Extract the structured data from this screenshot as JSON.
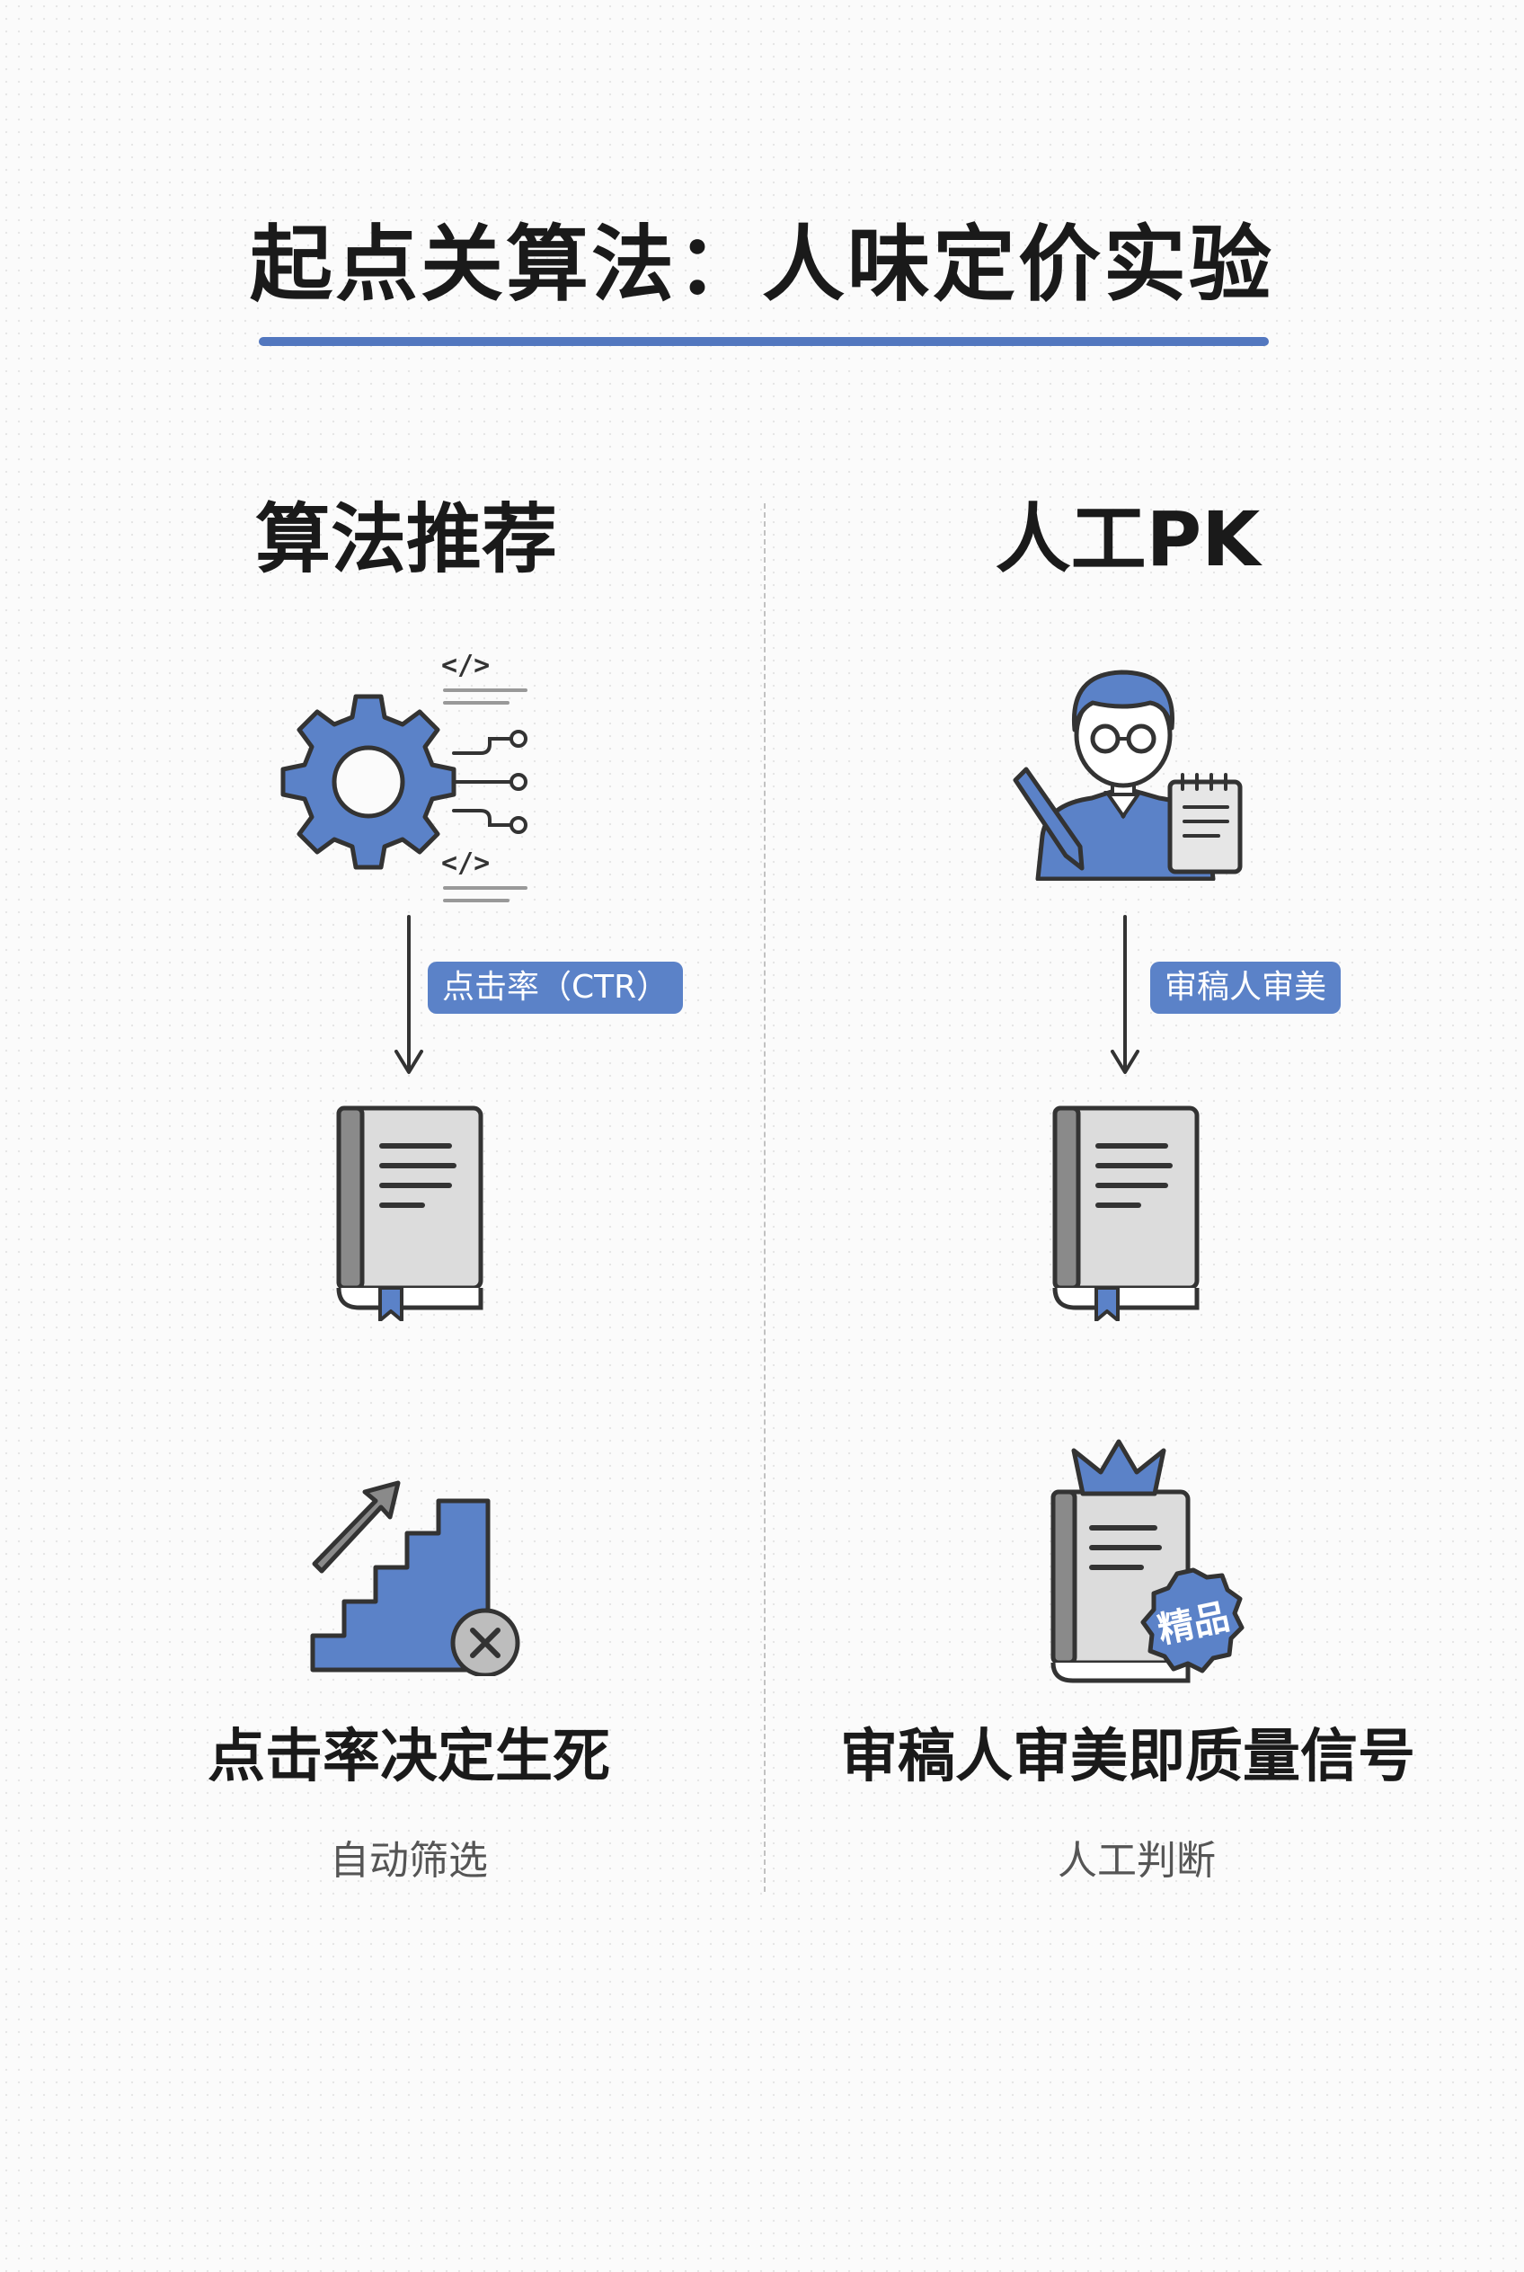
{
  "title": "起点关算法：人味定价实验",
  "colors": {
    "accent": "#5b82c8",
    "ink": "#333333",
    "paper": "#dcdcdc"
  },
  "columns": [
    {
      "heading": "算法推荐",
      "top_icon": "gear-code-network-icon",
      "edge_label": "点击率（CTR）",
      "middle_icon": "book-icon",
      "bottom_icon": "stairs-arrow-reject-icon",
      "caption": "点击率决定生死",
      "subcaption": "自动筛选"
    },
    {
      "heading": "人工PK",
      "top_icon": "editor-with-pen-notepad-icon",
      "edge_label": "审稿人审美",
      "middle_icon": "book-icon",
      "bottom_icon": "crowned-book-badge-icon",
      "badge_text": "精品",
      "caption": "审稿人审美即质量信号",
      "subcaption": "人工判断"
    }
  ]
}
